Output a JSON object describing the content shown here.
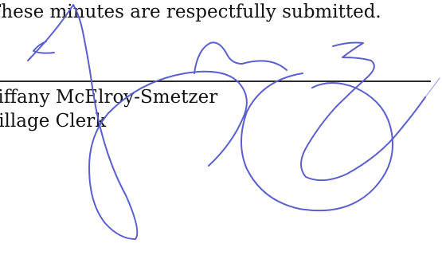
{
  "document": {
    "closing_line": "These minutes are respectfully submitted.",
    "signer_name": "Tiffany McElroy-Smetzer",
    "signer_title": "Village Clerk"
  },
  "signature": {
    "ink_color": "#5a5fd0"
  }
}
